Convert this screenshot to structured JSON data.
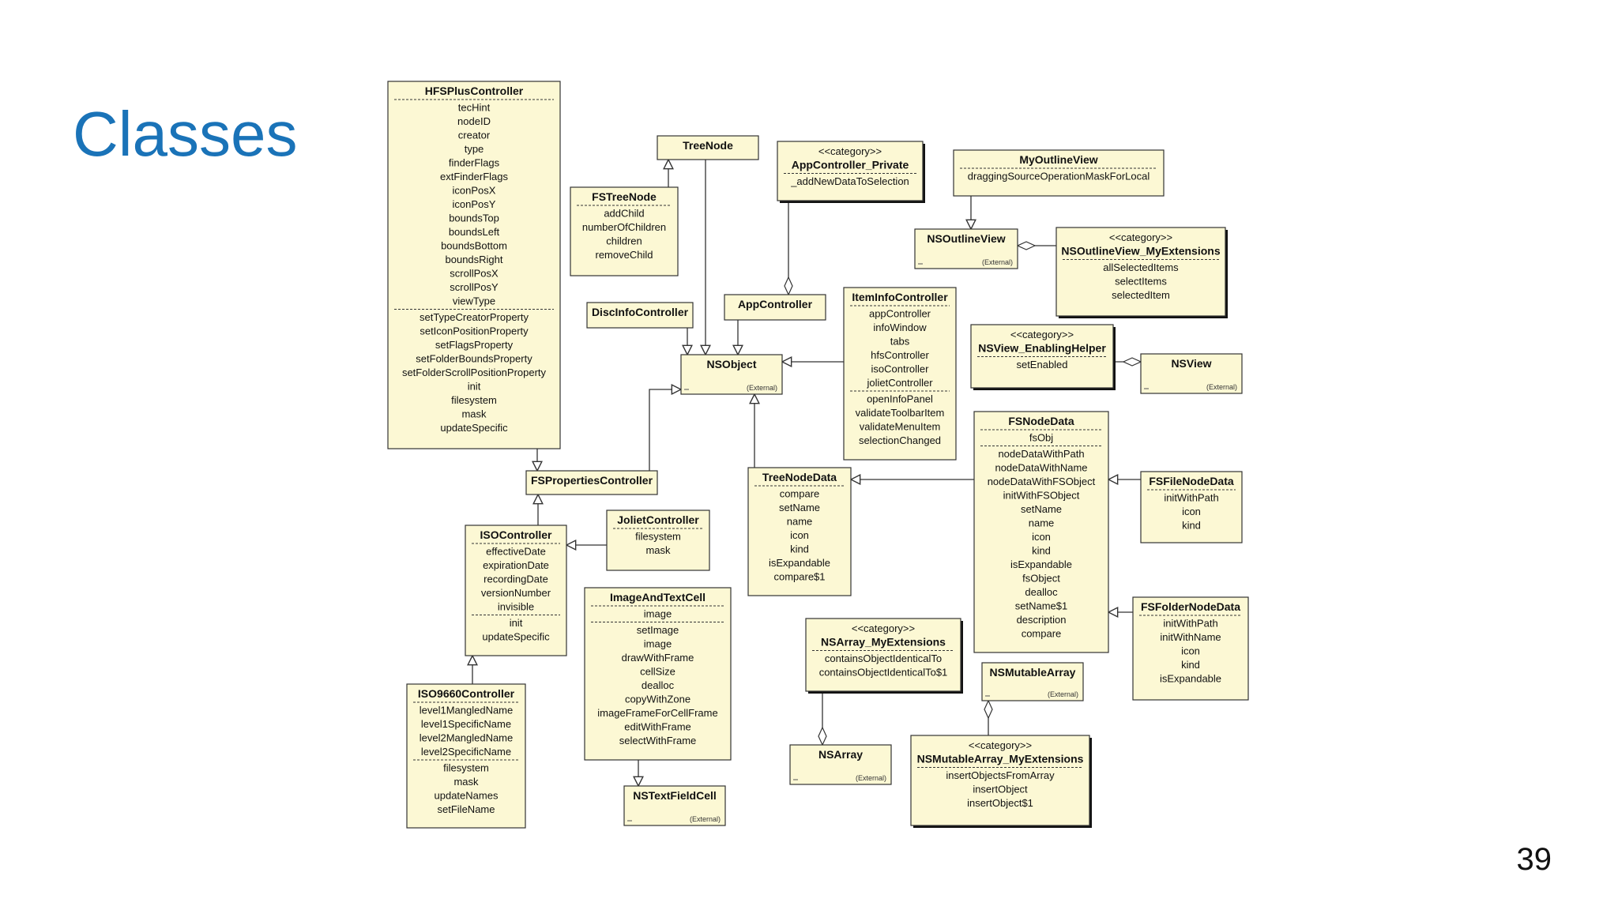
{
  "slide": {
    "title": "Classes",
    "page_number": "39"
  },
  "colors": {
    "title": "#1a73b8",
    "box_fill": "#fcf8d4",
    "line": "#333333"
  },
  "classes": [
    {
      "id": "HFSPlusController",
      "name": "HFSPlusController",
      "sections": [
        [
          "tecHint",
          "nodeID",
          "creator",
          "type",
          "finderFlags",
          "extFinderFlags",
          "iconPosX",
          "iconPosY",
          "boundsTop",
          "boundsLeft",
          "boundsBottom",
          "boundsRight",
          "scrollPosX",
          "scrollPosY",
          "viewType"
        ],
        [
          "setTypeCreatorProperty",
          "setIconPositionProperty",
          "setFlagsProperty",
          "setFolderBoundsProperty",
          "setFolderScrollPositionProperty",
          "init",
          "filesystem",
          "mask",
          "updateSpecific"
        ]
      ]
    },
    {
      "id": "TreeNode",
      "name": "TreeNode",
      "sections": []
    },
    {
      "id": "FSTreeNode",
      "name": "FSTreeNode",
      "sections": [
        [
          "addChild",
          "numberOfChildren",
          "children",
          "removeChild"
        ]
      ]
    },
    {
      "id": "AppController_Private",
      "stereotype": "<<category>>",
      "name": "AppController_Private",
      "sections": [
        [
          "_addNewDataToSelection"
        ]
      ]
    },
    {
      "id": "MyOutlineView",
      "name": "MyOutlineView",
      "sections": [
        [
          "draggingSourceOperationMaskForLocal"
        ]
      ]
    },
    {
      "id": "NSOutlineView",
      "name": "NSOutlineView",
      "external": "(External)",
      "sections": []
    },
    {
      "id": "NSOutlineView_MyExtensions",
      "stereotype": "<<category>>",
      "name": "NSOutlineView_MyExtensions",
      "sections": [
        [
          "allSelectedItems",
          "selectItems",
          "selectedItem"
        ]
      ]
    },
    {
      "id": "DiscInfoController",
      "name": "DiscInfoController",
      "sections": []
    },
    {
      "id": "AppController",
      "name": "AppController",
      "sections": []
    },
    {
      "id": "ItemInfoController",
      "name": "ItemInfoController",
      "sections": [
        [
          "appController",
          "infoWindow",
          "tabs",
          "hfsController",
          "isoController",
          "jolietController"
        ],
        [
          "openInfoPanel",
          "validateToolbarItem",
          "validateMenuItem",
          "selectionChanged"
        ]
      ]
    },
    {
      "id": "NSView_EnablingHelper",
      "stereotype": "<<category>>",
      "name": "NSView_EnablingHelper",
      "sections": [
        [
          "setEnabled"
        ]
      ]
    },
    {
      "id": "NSView",
      "name": "NSView",
      "external": "(External)",
      "sections": []
    },
    {
      "id": "NSObject",
      "name": "NSObject",
      "external": "(External)",
      "sections": []
    },
    {
      "id": "FSNodeData",
      "name": "FSNodeData",
      "sections": [
        [
          "fsObj"
        ],
        [
          "nodeDataWithPath",
          "nodeDataWithName",
          "nodeDataWithFSObject",
          "initWithFSObject",
          "setName",
          "name",
          "icon",
          "kind",
          "isExpandable",
          "fsObject",
          "dealloc",
          "setName$1",
          "description",
          "compare"
        ]
      ]
    },
    {
      "id": "FSPropertiesController",
      "name": "FSPropertiesController",
      "sections": []
    },
    {
      "id": "TreeNodeData",
      "name": "TreeNodeData",
      "sections": [
        [
          "compare",
          "setName",
          "name",
          "icon",
          "kind",
          "isExpandable",
          "compare$1"
        ]
      ]
    },
    {
      "id": "FSFileNodeData",
      "name": "FSFileNodeData",
      "sections": [
        [
          "initWithPath",
          "icon",
          "kind"
        ]
      ]
    },
    {
      "id": "JolietController",
      "name": "JolietController",
      "sections": [
        [
          "filesystem",
          "mask"
        ]
      ]
    },
    {
      "id": "ISOController",
      "name": "ISOController",
      "sections": [
        [
          "effectiveDate",
          "expirationDate",
          "recordingDate",
          "versionNumber",
          "invisible"
        ],
        [
          "init",
          "updateSpecific"
        ]
      ]
    },
    {
      "id": "ImageAndTextCell",
      "name": "ImageAndTextCell",
      "sections": [
        [
          "image"
        ],
        [
          "setImage",
          "image",
          "drawWithFrame",
          "cellSize",
          "dealloc",
          "copyWithZone",
          "imageFrameForCellFrame",
          "editWithFrame",
          "selectWithFrame"
        ]
      ]
    },
    {
      "id": "NSArray_MyExtensions",
      "stereotype": "<<category>>",
      "name": "NSArray_MyExtensions",
      "sections": [
        [
          "containsObjectIdenticalTo",
          "containsObjectIdenticalTo$1"
        ]
      ]
    },
    {
      "id": "NSMutableArray",
      "name": "NSMutableArray",
      "external": "(External)",
      "sections": []
    },
    {
      "id": "FSFolderNodeData",
      "name": "FSFolderNodeData",
      "sections": [
        [
          "initWithPath",
          "initWithName",
          "icon",
          "kind",
          "isExpandable"
        ]
      ]
    },
    {
      "id": "ISO9660Controller",
      "name": "ISO9660Controller",
      "sections": [
        [
          "level1MangledName",
          "level1SpecificName",
          "level2MangledName",
          "level2SpecificName"
        ],
        [
          "filesystem",
          "mask",
          "updateNames",
          "setFileName"
        ]
      ]
    },
    {
      "id": "NSArray",
      "name": "NSArray",
      "external": "(External)",
      "sections": []
    },
    {
      "id": "NSMutableArray_MyExtensions",
      "stereotype": "<<category>>",
      "name": "NSMutableArray_MyExtensions",
      "sections": [
        [
          "insertObjectsFromArray",
          "insertObject",
          "insertObject$1"
        ]
      ]
    },
    {
      "id": "NSTextFieldCell",
      "name": "NSTextFieldCell",
      "external": "(External)",
      "sections": []
    }
  ],
  "relations": [
    {
      "from": "FSTreeNode",
      "to": "TreeNode",
      "kind": "inheritance"
    },
    {
      "from": "TreeNode",
      "to": "NSObject",
      "kind": "inheritance"
    },
    {
      "from": "DiscInfoController",
      "to": "NSObject",
      "kind": "inheritance"
    },
    {
      "from": "AppController",
      "to": "NSObject",
      "kind": "inheritance"
    },
    {
      "from": "ItemInfoController",
      "to": "NSObject",
      "kind": "inheritance"
    },
    {
      "from": "FSPropertiesController",
      "to": "NSObject",
      "kind": "inheritance"
    },
    {
      "from": "TreeNodeData",
      "to": "NSObject",
      "kind": "inheritance"
    },
    {
      "from": "HFSPlusController",
      "to": "FSPropertiesController",
      "kind": "inheritance"
    },
    {
      "from": "ISOController",
      "to": "FSPropertiesController",
      "kind": "inheritance"
    },
    {
      "from": "JolietController",
      "to": "ISOController",
      "kind": "inheritance"
    },
    {
      "from": "ISO9660Controller",
      "to": "ISOController",
      "kind": "inheritance"
    },
    {
      "from": "FSNodeData",
      "to": "TreeNodeData",
      "kind": "inheritance"
    },
    {
      "from": "FSFileNodeData",
      "to": "FSNodeData",
      "kind": "inheritance"
    },
    {
      "from": "FSFolderNodeData",
      "to": "FSNodeData",
      "kind": "inheritance"
    },
    {
      "from": "MyOutlineView",
      "to": "NSOutlineView",
      "kind": "inheritance"
    },
    {
      "from": "ImageAndTextCell",
      "to": "NSTextFieldCell",
      "kind": "inheritance"
    },
    {
      "from": "AppController_Private",
      "to": "AppController",
      "kind": "category"
    },
    {
      "from": "NSOutlineView_MyExtensions",
      "to": "NSOutlineView",
      "kind": "category"
    },
    {
      "from": "NSView_EnablingHelper",
      "to": "NSView",
      "kind": "category"
    },
    {
      "from": "NSArray_MyExtensions",
      "to": "NSArray",
      "kind": "category"
    },
    {
      "from": "NSMutableArray_MyExtensions",
      "to": "NSMutableArray",
      "kind": "category"
    }
  ]
}
